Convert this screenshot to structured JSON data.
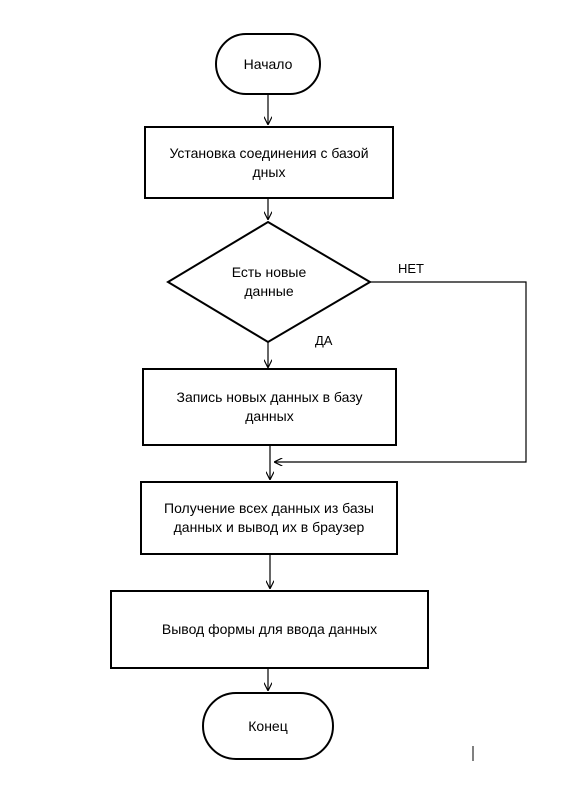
{
  "flowchart": {
    "start": "Начало",
    "connect": "Установка соединения с базой\nдных",
    "decision": "Есть новые\nданные",
    "label_yes": "ДА",
    "label_no": "НЕТ",
    "write": "Запись новых данных в базу\nданных",
    "fetch": "Получение всех данных из базы\nданных и вывод их в браузер",
    "form": "Вывод формы для ввода данных",
    "end": "Конец"
  },
  "colors": {
    "stroke": "#000000",
    "background": "#ffffff"
  }
}
